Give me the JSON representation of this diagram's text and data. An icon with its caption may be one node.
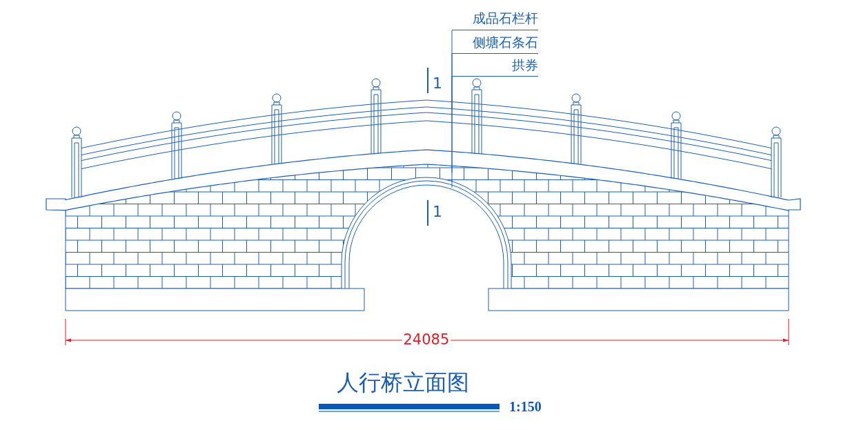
{
  "diagram": {
    "title": "人行桥立面图",
    "nodes": [
      {
        "text": [
          "成品石栏杆"
        ]
      },
      {
        "text": [
          "侧塘石条石"
        ]
      },
      {
        "text": [
          "拱券"
        ]
      },
      {
        "text": [],
        "shape": "picture"
      },
      {
        "text": [],
        "shape": "bar"
      },
      {
        "text": [],
        "shape": "picture"
      }
    ],
    "edges": [
      {
        "from": 0,
        "to": 3,
        "arrow": "none"
      },
      {
        "from": 1,
        "to": 4,
        "arrow": "none"
      },
      {
        "from": 2,
        "to": 5,
        "arrow": "none"
      }
    ],
    "labels": [
      "1",
      "1",
      "24085",
      "1:150"
    ]
  }
}
